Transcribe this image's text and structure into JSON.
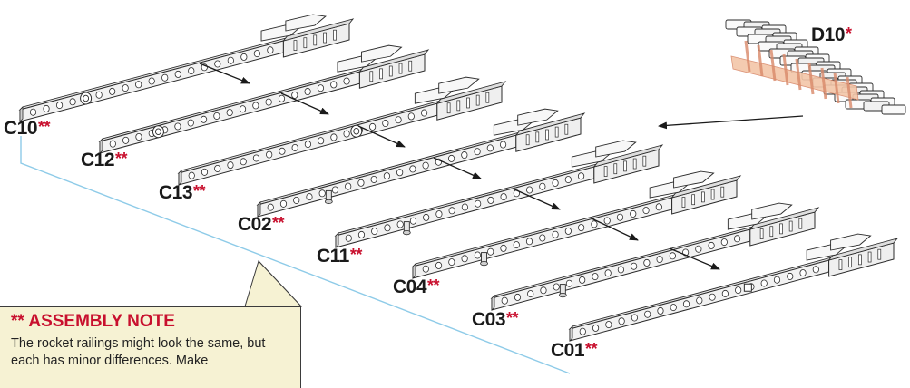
{
  "parts": [
    {
      "code": "C10",
      "stars": "**"
    },
    {
      "code": "C12",
      "stars": "**"
    },
    {
      "code": "C13",
      "stars": "**"
    },
    {
      "code": "C02",
      "stars": "**"
    },
    {
      "code": "C11",
      "stars": "**"
    },
    {
      "code": "C04",
      "stars": "**"
    },
    {
      "code": "C03",
      "stars": "**"
    },
    {
      "code": "C01",
      "stars": "**"
    }
  ],
  "side_part": {
    "code": "D10",
    "stars": "*"
  },
  "note": {
    "title": "** ASSEMBLY NOTE",
    "body": "The rocket railings might look the same, but each has minor differences. Make"
  },
  "colors": {
    "outline": "#2b2b2b",
    "rail_fill": "#f2f2f2",
    "accent_red": "#c8102e",
    "leader_line": "#8ecbe8",
    "note_bg": "#f6f2d3",
    "highlight": "#f3c6a8"
  }
}
